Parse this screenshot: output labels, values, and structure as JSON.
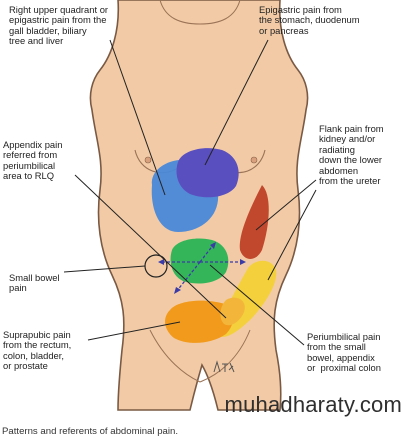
{
  "labels": {
    "ruq": "Right upper quadrant or\nepigastric pain from the\ngall bladder, biliary\ntree and liver",
    "epigastric": "Epigastric pain from\nthe stomach, duodenum\nor pancreas",
    "appendix": "Appendix pain\nreferred from\nperiumbilical\narea to RLQ",
    "flank": "Flank pain from\nkidney and/or\nradiating\ndown the lower\nabdomen\nfrom the ureter",
    "small_bowel": "Small bowel\npain",
    "suprapubic": "Suprapubic pain\nfrom the rectum,\ncolon, bladder,\nor prostate",
    "periumbilical": "Periumbilical pain\nfrom the small\nbowel, appendix\nor  proximal colon"
  },
  "caption": "Patterns and referents of abdominal pain.",
  "watermark": "muhadharaty.com",
  "colors": {
    "skin": "#f2cba6",
    "skin_outline": "#7a5a44",
    "ruq_zone": "#4a88d8",
    "epigastric_zone": "#5a4fbf",
    "flank_zone": "#c2482d",
    "periumbilical_zone": "#35b55a",
    "suprapubic_zone": "#f29a1b",
    "ureter_zone": "#f3d03c",
    "arrow": "#3a3aa8"
  }
}
